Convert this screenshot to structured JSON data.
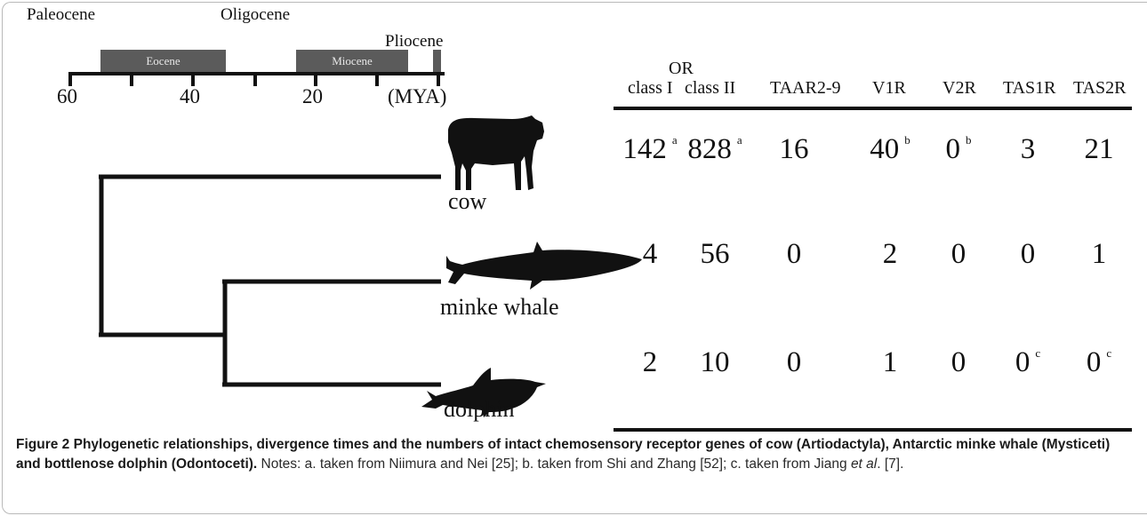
{
  "figure": {
    "timescale": {
      "epochs_top": {
        "paleocene": "Paleocene",
        "oligocene": "Oligocene",
        "pliocene": "Pliocene"
      },
      "epochs_boxed": {
        "eocene": "Eocene",
        "miocene": "Miocene"
      },
      "tick_labels": [
        "60",
        "40",
        "20"
      ],
      "unit": "(MYA)"
    },
    "species": [
      {
        "name": "cow"
      },
      {
        "name": "minke whale"
      },
      {
        "name": "dolphin"
      }
    ],
    "table": {
      "group_header": "OR",
      "columns": [
        "class I",
        "class II",
        "TAAR2-9",
        "V1R",
        "V2R",
        "TAS1R",
        "TAS2R"
      ],
      "rows": [
        {
          "species": "cow",
          "values": [
            "142",
            "828",
            "16",
            "40",
            "0",
            "3",
            "21"
          ],
          "notes": [
            "a",
            "a",
            "",
            "b",
            "b",
            "",
            ""
          ]
        },
        {
          "species": "minke whale",
          "values": [
            "4",
            "56",
            "0",
            "2",
            "0",
            "0",
            "1"
          ],
          "notes": [
            "",
            "",
            "",
            "",
            "",
            "",
            ""
          ]
        },
        {
          "species": "dolphin",
          "values": [
            "2",
            "10",
            "0",
            "1",
            "0",
            "0",
            "0"
          ],
          "notes": [
            "",
            "",
            "",
            "",
            "",
            "c",
            "c"
          ]
        }
      ]
    },
    "caption": {
      "label": "Figure 2",
      "title": "Phylogenetic relationships, divergence times and the numbers of intact chemosensory receptor genes of cow (Artiodactyla), Antarctic minke whale (Mysticeti) and bottlenose dolphin (Odontoceti).",
      "notes_prefix": " Notes: a. taken from Niimura and Nei [25]; b. taken from Shi and Zhang [52]; c. taken from Jiang ",
      "et_al": "et al",
      "notes_suffix": ". [7]."
    }
  }
}
